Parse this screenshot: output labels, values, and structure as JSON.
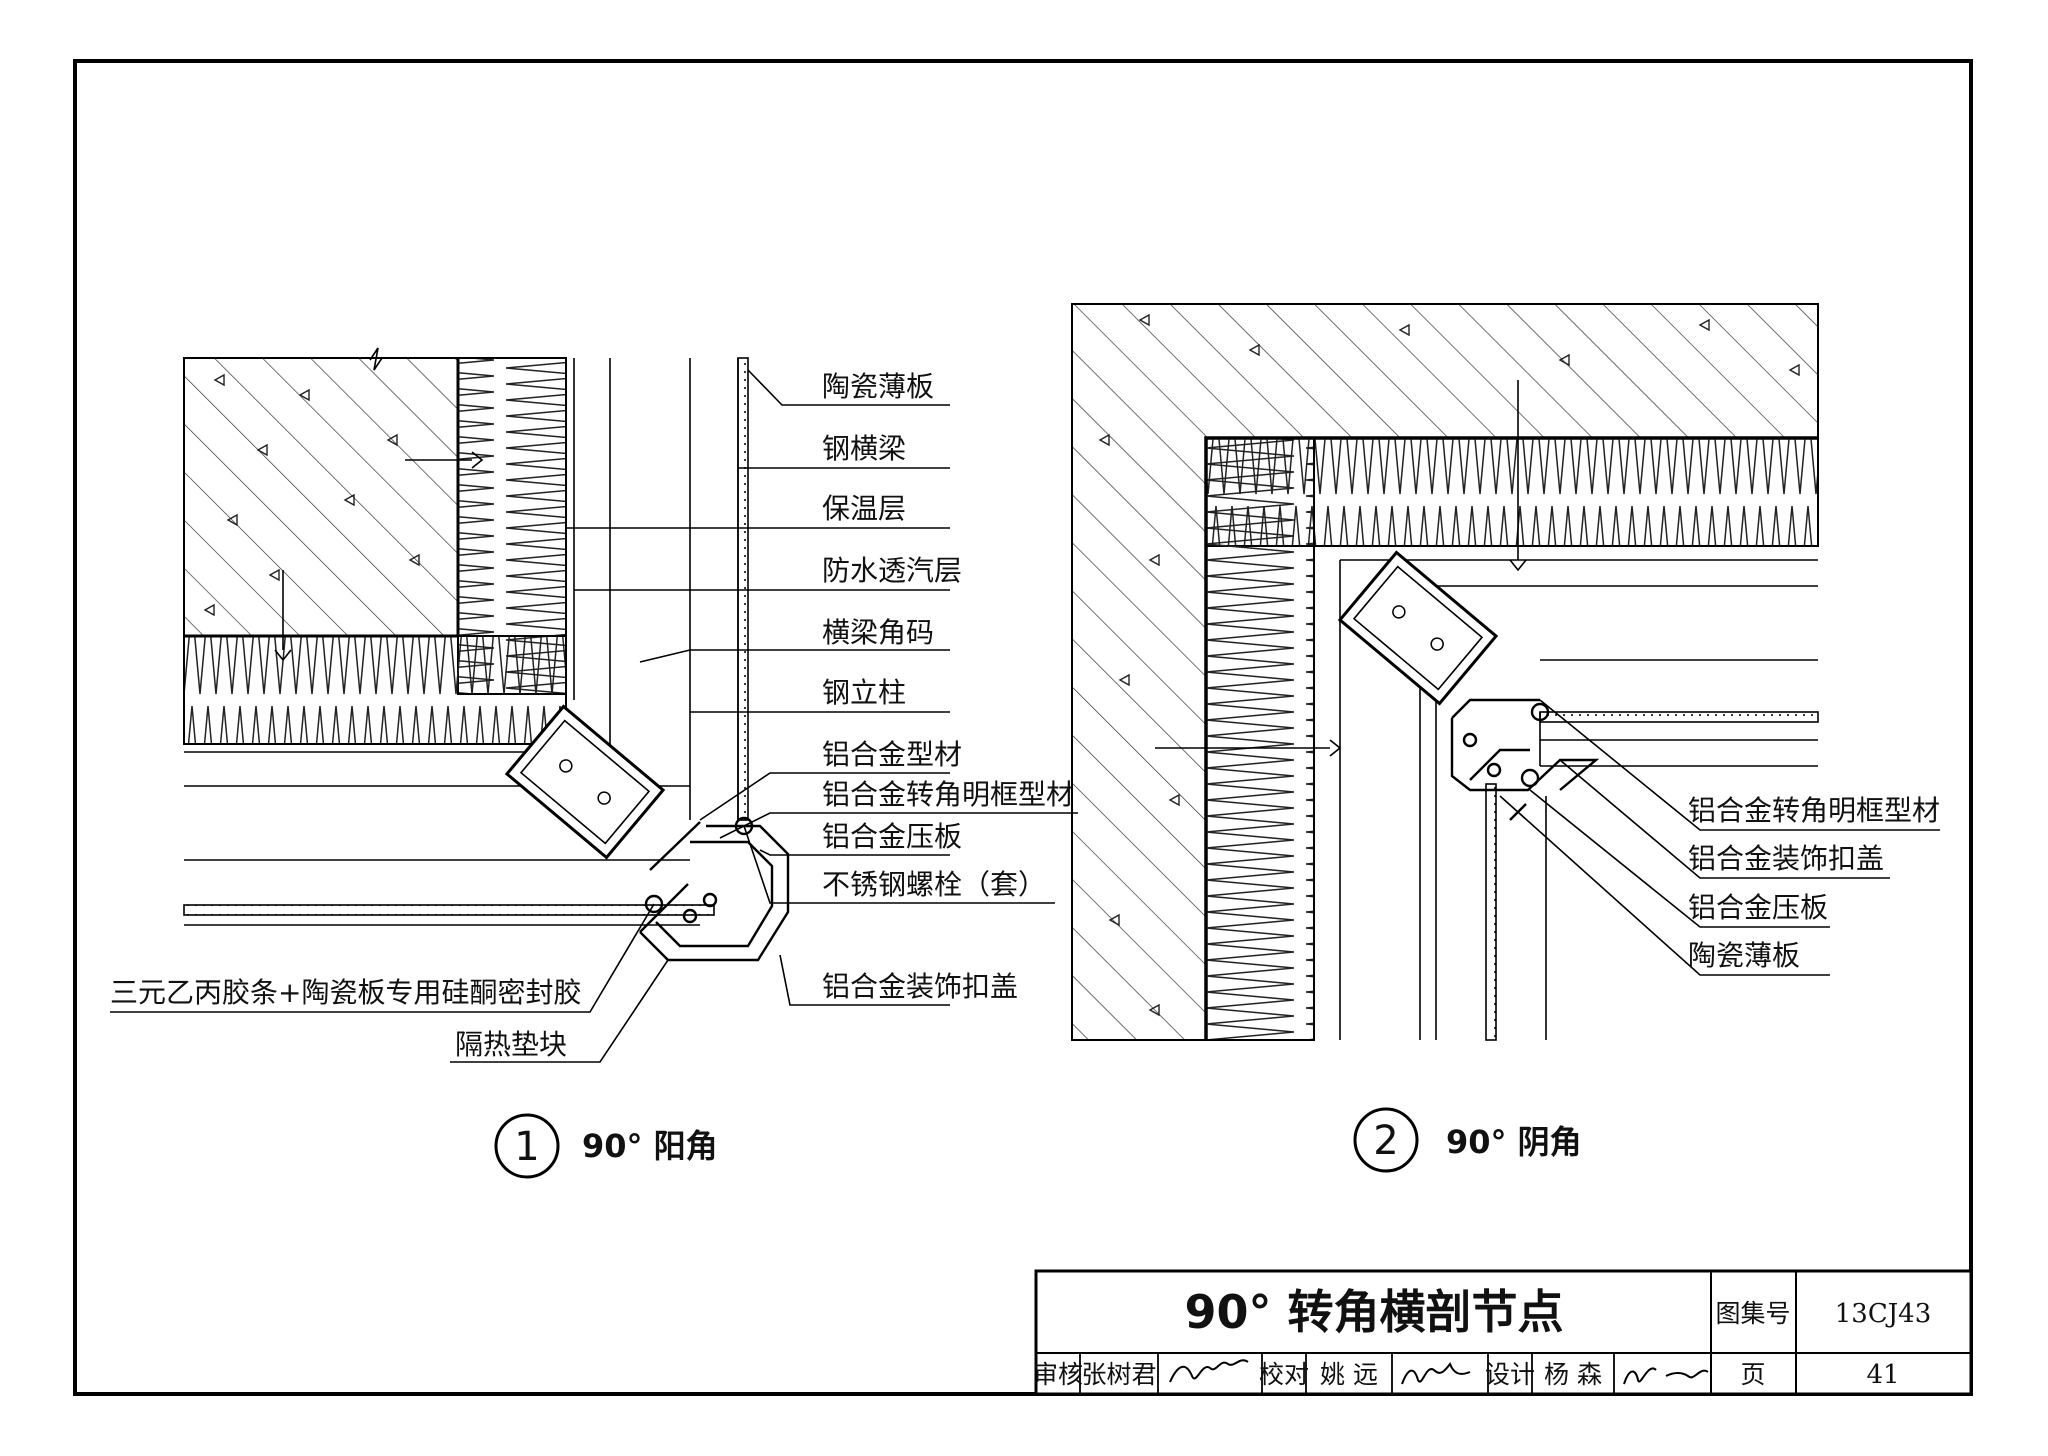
{
  "detail1": {
    "number": "1",
    "caption": "90° 阳角",
    "labels": {
      "ceramic_panel": "陶瓷薄板",
      "steel_beam": "钢横梁",
      "insulation": "保温层",
      "membrane": "防水透汽层",
      "beam_bracket": "横梁角码",
      "steel_column": "钢立柱",
      "al_profile": "铝合金型材",
      "al_corner_frame": "铝合金转角明框型材",
      "al_press_plate": "铝合金压板",
      "ss_bolt": "不锈钢螺栓（套）",
      "al_cover": "铝合金装饰扣盖",
      "epdm_sealant": "三元乙丙胶条+陶瓷板专用硅酮密封胶",
      "thermal_pad": "隔热垫块"
    }
  },
  "detail2": {
    "number": "2",
    "caption": "90° 阴角",
    "labels": {
      "al_corner_frame": "铝合金转角明框型材",
      "al_cover": "铝合金装饰扣盖",
      "al_press_plate": "铝合金压板",
      "ceramic_panel": "陶瓷薄板"
    }
  },
  "title_block": {
    "title": "90° 转角横剖节点",
    "atlas_label": "图集号",
    "atlas_no": "13CJ43",
    "review_label": "审核",
    "reviewer": "张树君",
    "check_label": "校对",
    "checker": "姚 远",
    "design_label": "设计",
    "designer": "杨 森",
    "page_label": "页",
    "page_no": "41"
  }
}
